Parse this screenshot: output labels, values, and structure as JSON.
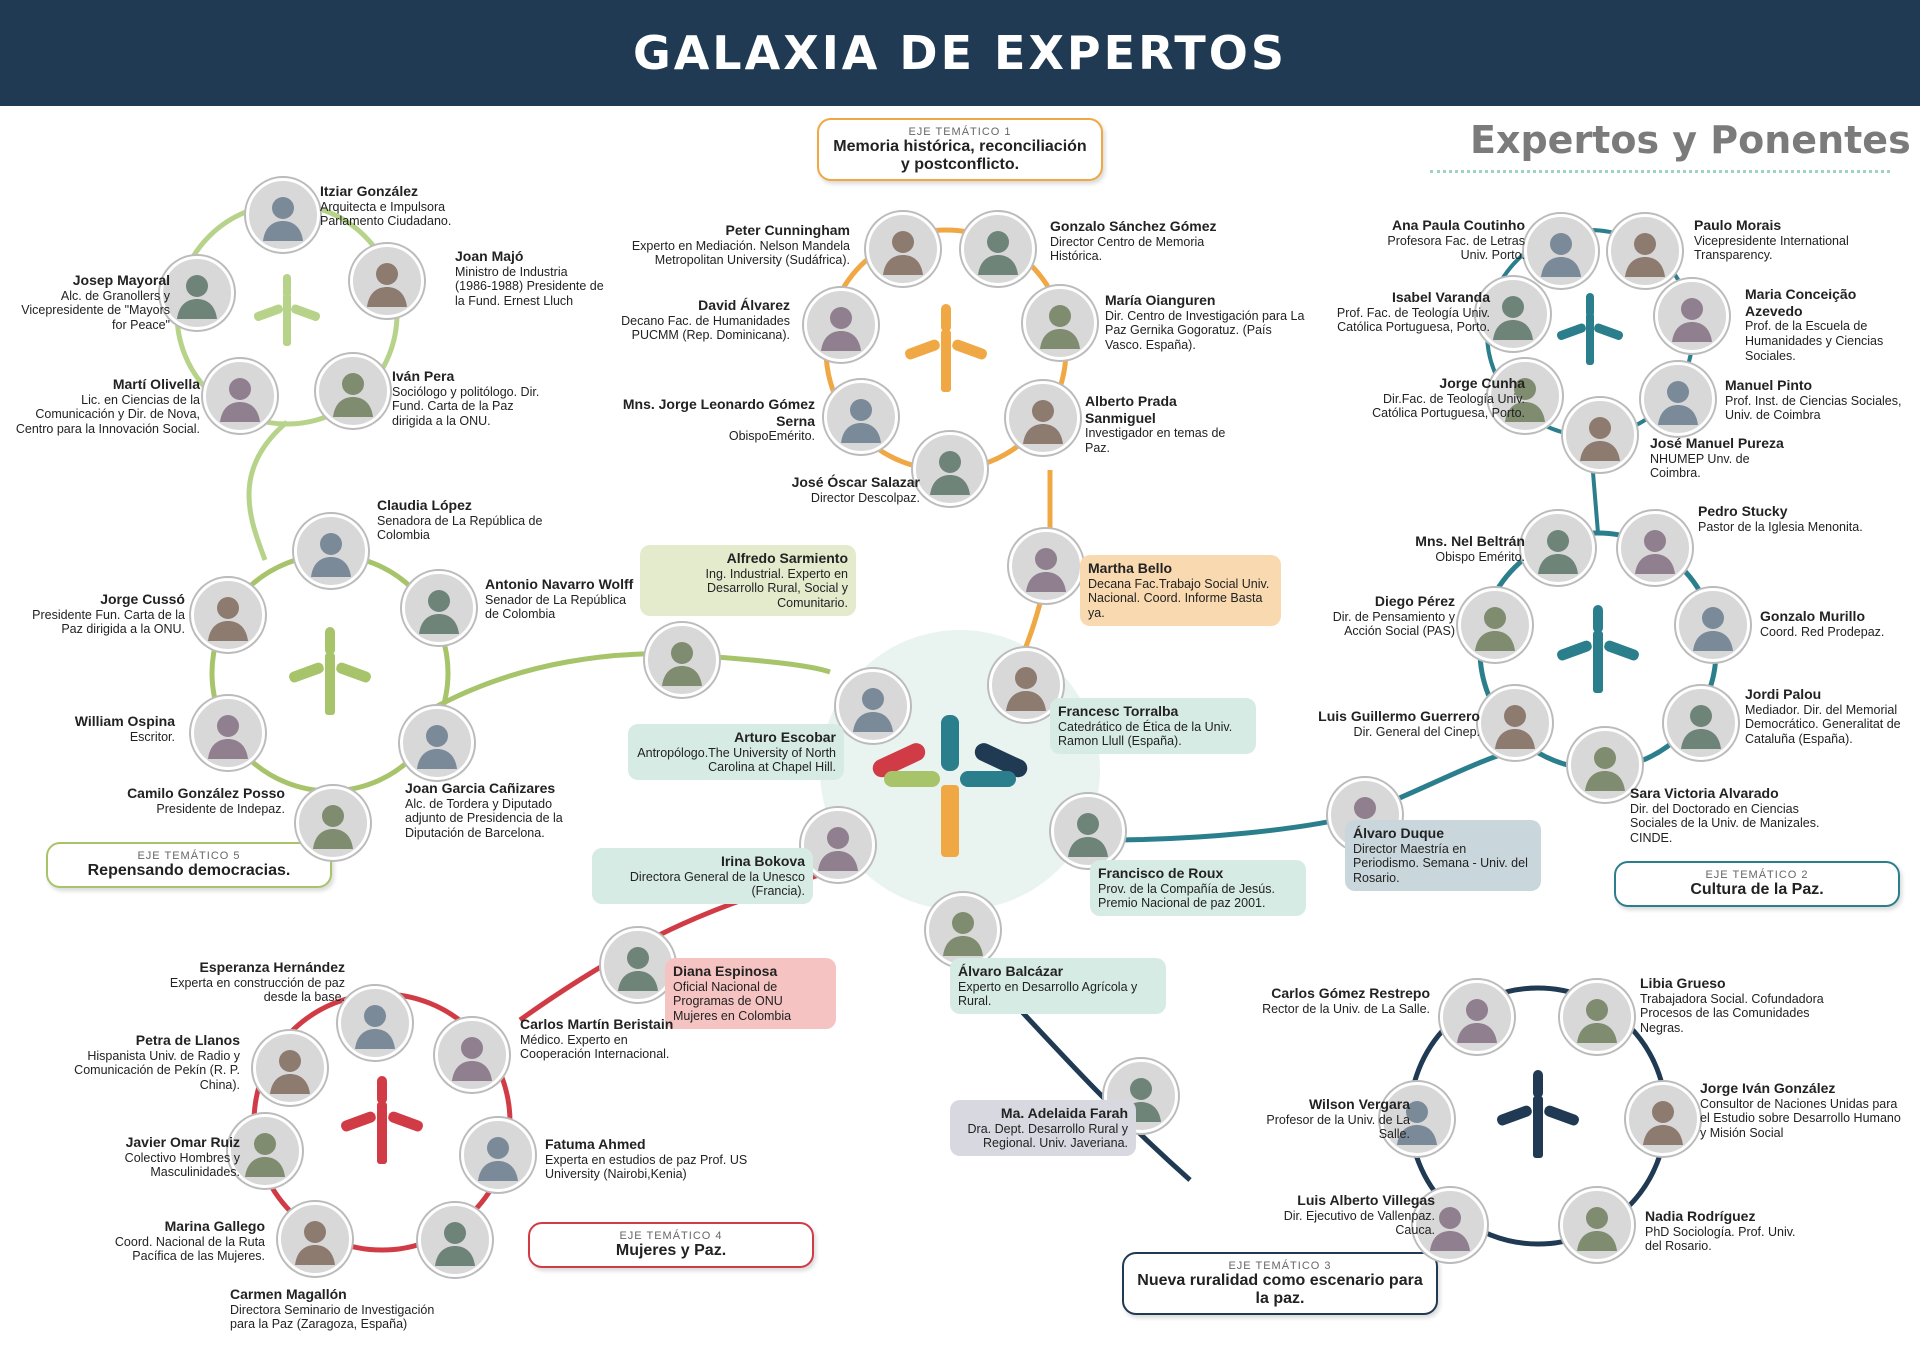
{
  "header": {
    "title": "GALAXIA DE EXPERTOS",
    "subtitle": "Expertos y Ponentes"
  },
  "axes": [
    {
      "id": "eje1",
      "label": "EJE TEMÁTICO 1",
      "title": "Memoria histórica, reconciliación y postconflicto.",
      "color": "#f0a845"
    },
    {
      "id": "eje2",
      "label": "EJE TEMÁTICO 2",
      "title": "Cultura de la Paz.",
      "color": "#2b7f8c"
    },
    {
      "id": "eje3",
      "label": "EJE TEMÁTICO 3",
      "title": "Nueva ruralidad como escenario para la paz.",
      "color": "#1f3a52"
    },
    {
      "id": "eje4",
      "label": "EJE TEMÁTICO 4",
      "title": "Mujeres y Paz.",
      "color": "#d13b46"
    },
    {
      "id": "eje5",
      "label": "EJE TEMÁTICO 5",
      "title": "Repensando democracias.",
      "color": "#a7c46b"
    }
  ],
  "experts": [
    {
      "name": "Itziar González",
      "role": "Arquitecta e Impulsora Parlamento Ciudadano."
    },
    {
      "name": "Joan Majó",
      "role": "Ministro de Industria (1986-1988) Presidente de la Fund. Ernest Lluch"
    },
    {
      "name": "Josep Mayoral",
      "role": "Alc. de Granollers y Vicepresidente de \"Mayors for Peace\""
    },
    {
      "name": "Martí Olivella",
      "role": "Lic. en Ciencias de la Comunicación y Dir. de Nova, Centro para la Innovación Social."
    },
    {
      "name": "Iván Pera",
      "role": "Sociólogo y politólogo. Dir. Fund. Carta de la Paz dirigida a la ONU."
    },
    {
      "name": "Claudia López",
      "role": "Senadora de La República de Colombia"
    },
    {
      "name": "Jorge Cussó",
      "role": "Presidente Fun. Carta de la Paz dirigida a la ONU."
    },
    {
      "name": "Antonio Navarro Wolff",
      "role": "Senador de La República de Colombia"
    },
    {
      "name": "William Ospina",
      "role": "Escritor."
    },
    {
      "name": "Camilo González Posso",
      "role": "Presidente de Indepaz."
    },
    {
      "name": "Joan Garcia Cañizares",
      "role": "Alc. de Tordera y Diputado adjunto de Presidencia de la Diputación de Barcelona."
    },
    {
      "name": "Peter Cunningham",
      "role": "Experto en Mediación. Nelson Mandela Metropolitan University (Sudáfrica)."
    },
    {
      "name": "Gonzalo Sánchez Gómez",
      "role": "Director Centro de Memoria Histórica."
    },
    {
      "name": "David Álvarez",
      "role": "Decano Fac. de Humanidades PUCMM (Rep. Dominicana)."
    },
    {
      "name": "María Oianguren",
      "role": "Dir. Centro de Investigación para La Paz Gernika Gogoratuz. (País Vasco. España)."
    },
    {
      "name": "Mns. Jorge Leonardo Gómez Serna",
      "role": "ObispoEmérito."
    },
    {
      "name": "Alberto Prada Sanmiguel",
      "role": "Investigador en temas de Paz."
    },
    {
      "name": "José Óscar Salazar",
      "role": "Director Descolpaz."
    },
    {
      "name": "Martha Bello",
      "role": "Decana Fac.Trabajo Social Univ. Nacional. Coord. Informe Basta ya."
    },
    {
      "name": "Alfredo Sarmiento",
      "role": "Ing. Industrial. Experto en Desarrollo Rural, Social y Comunitario."
    },
    {
      "name": "Arturo Escobar",
      "role": "Antropólogo.The University of North Carolina at Chapel Hill."
    },
    {
      "name": "Francesc Torralba",
      "role": "Catedrático de Ética de la Univ. Ramon Llull (España)."
    },
    {
      "name": "Francisco de Roux",
      "role": "Prov. de la Compañía de Jesús. Premio Nacional de paz 2001."
    },
    {
      "name": "Irina Bokova",
      "role": "Directora General de la Unesco (Francia)."
    },
    {
      "name": "Álvaro Balcázar",
      "role": "Experto en Desarrollo Agrícola y Rural."
    },
    {
      "name": "Ana Paula Coutinho",
      "role": "Profesora Fac. de Letras Univ. Porto."
    },
    {
      "name": "Paulo Morais",
      "role": "Vicepresidente International Transparency."
    },
    {
      "name": "Isabel Varanda",
      "role": "Prof. Fac. de Teología Univ. Católica Portuguesa, Porto."
    },
    {
      "name": "Maria Conceição Azevedo",
      "role": "Prof. de la Escuela de Humanidades y Ciencias Sociales."
    },
    {
      "name": "Jorge Cunha",
      "role": "Dir.Fac. de Teología Univ. Católica Portuguesa, Porto."
    },
    {
      "name": "Manuel Pinto",
      "role": "Prof. Inst. de Ciencias Sociales, Univ. de Coimbra"
    },
    {
      "name": "José Manuel Pureza",
      "role": "NHUMEP Unv. de Coimbra."
    },
    {
      "name": "Mns. Nel Beltrán",
      "role": "Obispo Emérito."
    },
    {
      "name": "Pedro Stucky",
      "role": "Pastor de la Iglesia Menonita."
    },
    {
      "name": "Diego Pérez",
      "role": "Dir. de Pensamiento y Acción Social (PAS)"
    },
    {
      "name": "Gonzalo Murillo",
      "role": "Coord. Red Prodepaz."
    },
    {
      "name": "Luis Guillermo Guerrero",
      "role": "Dir. General del Cinep."
    },
    {
      "name": "Jordi Palou",
      "role": "Mediador. Dir. del Memorial Democrático. Generalitat de Cataluña (España)."
    },
    {
      "name": "Álvaro Duque",
      "role": "Director Maestría en Periodismo. Semana - Univ. del Rosario."
    },
    {
      "name": "Sara Victoria Alvarado",
      "role": "Dir. del Doctorado en Ciencias Sociales de la Univ. de Manizales. CINDE."
    },
    {
      "name": "Esperanza Hernández",
      "role": "Experta en construcción de paz desde la base."
    },
    {
      "name": "Petra de Llanos",
      "role": "Hispanista Univ. de Radio y Comunicación de Pekín (R. P. China)."
    },
    {
      "name": "Diana Espinosa",
      "role": "Oficial Nacional de Programas de ONU Mujeres en Colombia"
    },
    {
      "name": "Carlos Martín Beristain",
      "role": "Médico. Experto en Cooperación Internacional."
    },
    {
      "name": "Javier Omar Ruiz",
      "role": "Colectivo Hombres y Masculinidades."
    },
    {
      "name": "Fatuma Ahmed",
      "role": "Experta en estudios de paz Prof. US University (Nairobi,Kenia)"
    },
    {
      "name": "Marina Gallego",
      "role": "Coord. Nacional de la Ruta Pacífica de las Mujeres."
    },
    {
      "name": "Carmen Magallón",
      "role": "Directora Seminario de Investigación para la Paz (Zaragoza, España)"
    },
    {
      "name": "Carlos Gómez Restrepo",
      "role": "Rector de la Univ. de La Salle."
    },
    {
      "name": "Libia Grueso",
      "role": "Trabajadora Social. Cofundadora Procesos de las Comunidades Negras."
    },
    {
      "name": "Wilson Vergara",
      "role": "Profesor de la Univ. de La Salle."
    },
    {
      "name": "Jorge Iván González",
      "role": "Consultor de Naciones Unidas para el Estudio sobre Desarrollo Humano y Misión Social"
    },
    {
      "name": "Ma. Adelaida Farah",
      "role": "Dra. Dept. Desarrollo Rural y Regional. Univ. Javeriana."
    },
    {
      "name": "Luis Alberto Villegas",
      "role": "Dir. Ejecutivo de Vallenpaz. Cauca."
    },
    {
      "name": "Nadia Rodríguez",
      "role": "PhD Sociología. Prof. Univ. del Rosario."
    }
  ]
}
